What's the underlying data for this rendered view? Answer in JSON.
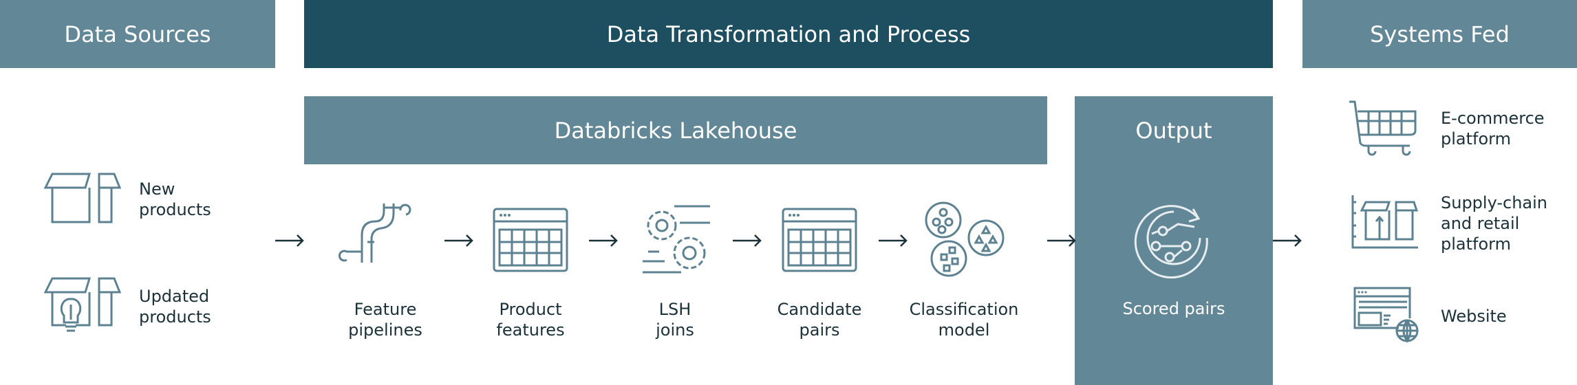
{
  "headers": {
    "data_sources": "Data Sources",
    "transformation": "Data Transformation and Process",
    "systems_fed": "Systems Fed"
  },
  "lakehouse": {
    "title": "Databricks Lakehouse"
  },
  "output": {
    "title": "Output",
    "item": "Scored pairs"
  },
  "sources": [
    {
      "line1": "New",
      "line2": "products",
      "icon": "box-icon"
    },
    {
      "line1": "Updated",
      "line2": "products",
      "icon": "box-lightbulb-icon"
    }
  ],
  "steps": [
    {
      "line1": "Feature",
      "line2": "pipelines",
      "icon": "pipes-icon"
    },
    {
      "line1": "Product",
      "line2": "features",
      "icon": "table-icon"
    },
    {
      "line1": "LSH",
      "line2": "joins",
      "icon": "gears-icon"
    },
    {
      "line1": "Candidate",
      "line2": "pairs",
      "icon": "table-icon"
    },
    {
      "line1": "Classification",
      "line2": "model",
      "icon": "clusters-icon"
    }
  ],
  "systems": [
    {
      "line1": "E-commerce",
      "line2": "platform",
      "icon": "shopping-cart-icon"
    },
    {
      "line1": "Supply-chain",
      "line2": "and retail",
      "line3": "platform",
      "icon": "warehouse-box-icon"
    },
    {
      "line1": "Website",
      "icon": "website-globe-icon"
    }
  ],
  "colors": {
    "light": "#628796",
    "dark": "#1d4f60",
    "icon": "#5c8190",
    "text": "#1b3139"
  }
}
